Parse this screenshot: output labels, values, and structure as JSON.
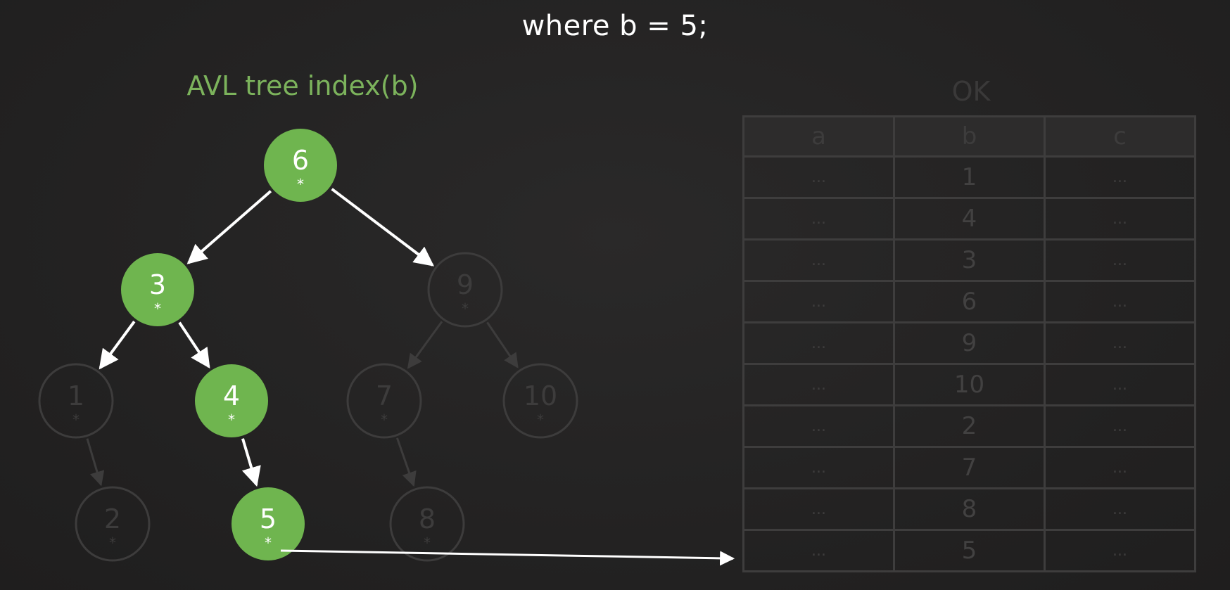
{
  "where_clause": "where b = 5;",
  "tree_title": "AVL tree index(b)",
  "table_title": "OK",
  "colors": {
    "highlight": "#6fb54f",
    "dim": "#3d3c3c",
    "arrow_active": "#ffffff"
  },
  "tree": {
    "nodes": [
      {
        "key": "6",
        "mark": "*",
        "active": true
      },
      {
        "key": "3",
        "mark": "*",
        "active": true
      },
      {
        "key": "9",
        "mark": "*",
        "active": false
      },
      {
        "key": "1",
        "mark": "*",
        "active": false
      },
      {
        "key": "4",
        "mark": "*",
        "active": true
      },
      {
        "key": "7",
        "mark": "*",
        "active": false
      },
      {
        "key": "10",
        "mark": "*",
        "active": false
      },
      {
        "key": "2",
        "mark": "*",
        "active": false
      },
      {
        "key": "5",
        "mark": "*",
        "active": true
      },
      {
        "key": "8",
        "mark": "*",
        "active": false
      }
    ],
    "edges": [
      {
        "from": "6",
        "to": "3",
        "active": true
      },
      {
        "from": "6",
        "to": "9",
        "active": true
      },
      {
        "from": "3",
        "to": "1",
        "active": true
      },
      {
        "from": "3",
        "to": "4",
        "active": true
      },
      {
        "from": "9",
        "to": "7",
        "active": false
      },
      {
        "from": "9",
        "to": "10",
        "active": false
      },
      {
        "from": "1",
        "to": "2",
        "active": false
      },
      {
        "from": "4",
        "to": "5",
        "active": true
      },
      {
        "from": "7",
        "to": "8",
        "active": false
      }
    ],
    "pointer": {
      "from": "5",
      "to_row": 9
    }
  },
  "table": {
    "headers": [
      "a",
      "b",
      "c"
    ],
    "rows": [
      [
        "...",
        "1",
        "..."
      ],
      [
        "...",
        "4",
        "..."
      ],
      [
        "...",
        "3",
        "..."
      ],
      [
        "...",
        "6",
        "..."
      ],
      [
        "...",
        "9",
        "..."
      ],
      [
        "...",
        "10",
        "..."
      ],
      [
        "...",
        "2",
        "..."
      ],
      [
        "...",
        "7",
        "..."
      ],
      [
        "...",
        "8",
        "..."
      ],
      [
        "...",
        "5",
        "..."
      ]
    ]
  }
}
